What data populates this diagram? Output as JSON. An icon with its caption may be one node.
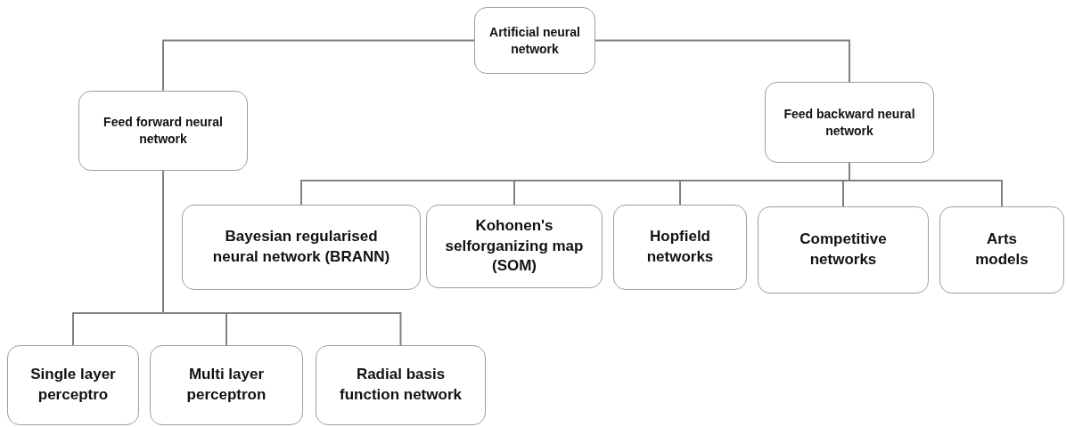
{
  "diagram": {
    "nodes": [
      {
        "text": [
          "Artificial neural network"
        ]
      },
      {
        "text": [
          "Feed forward neural network"
        ]
      },
      {
        "text": [
          "Feed backward neural network"
        ]
      },
      {
        "text": [
          "Bayesian regularised neural network (BRANN)"
        ]
      },
      {
        "text": [
          "Kohonen's selforganizing map (SOM)"
        ]
      },
      {
        "text": [
          "Hopfield networks"
        ]
      },
      {
        "text": [
          "Competitive networks"
        ]
      },
      {
        "text": [
          "Arts models"
        ]
      },
      {
        "text": [
          "Single layer perceptro"
        ]
      },
      {
        "text": [
          "Multi layer perceptron"
        ]
      },
      {
        "text": [
          "Radial basis function network"
        ]
      }
    ],
    "edges": [
      {
        "from": 0,
        "to": 1,
        "arrow": "none"
      },
      {
        "from": 0,
        "to": 2,
        "arrow": "none"
      },
      {
        "from": 2,
        "to": 3,
        "arrow": "none"
      },
      {
        "from": 2,
        "to": 4,
        "arrow": "none"
      },
      {
        "from": 2,
        "to": 5,
        "arrow": "none"
      },
      {
        "from": 2,
        "to": 6,
        "arrow": "none"
      },
      {
        "from": 2,
        "to": 7,
        "arrow": "none"
      },
      {
        "from": 1,
        "to": 8,
        "arrow": "none"
      },
      {
        "from": 1,
        "to": 9,
        "arrow": "none"
      },
      {
        "from": 1,
        "to": 10,
        "arrow": "none"
      }
    ]
  }
}
